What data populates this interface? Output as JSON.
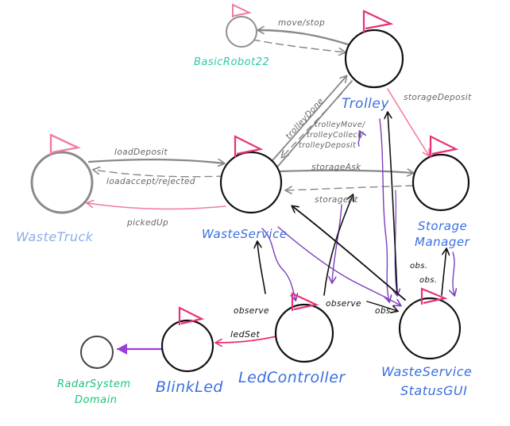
{
  "colors": {
    "node_stroke": "#111111",
    "gray_node": "#8f8f8f",
    "flag": "#e8307a",
    "flag_light": "#f07aa8",
    "gray_arrow": "#888888",
    "pink_arrow": "#f07a9c",
    "purple_arrow": "#7a3fbf",
    "black_arrow": "#111111",
    "blue_label": "#3b6fe0",
    "light_blue_label": "#8aaee8",
    "teal_label": "#2ec9a6",
    "green_label": "#1ec47a",
    "gray_text": "#666666"
  },
  "nodes": {
    "basic_robot": "BasicRobot22",
    "trolley": "Trolley",
    "waste_truck": "WasteTruck",
    "waste_service": "WasteService",
    "storage_manager": [
      "Storage",
      "Manager"
    ],
    "led_controller": "LedController",
    "blink_led": "BlinkLed",
    "radar_system": [
      "RadarSystem",
      "Domain"
    ],
    "status_gui": [
      "WasteService",
      "StatusGUI"
    ]
  },
  "edges": {
    "move_stop": "move/stop",
    "storage_deposit": "storageDeposit",
    "trolley_done": "trolleyDone",
    "trolley_cmds": [
      "trolleyMove/",
      "trolleyCollect/",
      "trolleyDeposit"
    ],
    "load_deposit": "loadDeposit",
    "load_accept": "loadaccept/rejected",
    "picked_up": "pickedUp",
    "storage_ask": "storageAsk",
    "storage_at": "storageAt",
    "led_set": "ledSet",
    "observe_left": "observe",
    "observe_right": "observe",
    "obs_gui": "obs.",
    "obs_sm_1": "obs.",
    "obs_sm_2": "obs."
  }
}
